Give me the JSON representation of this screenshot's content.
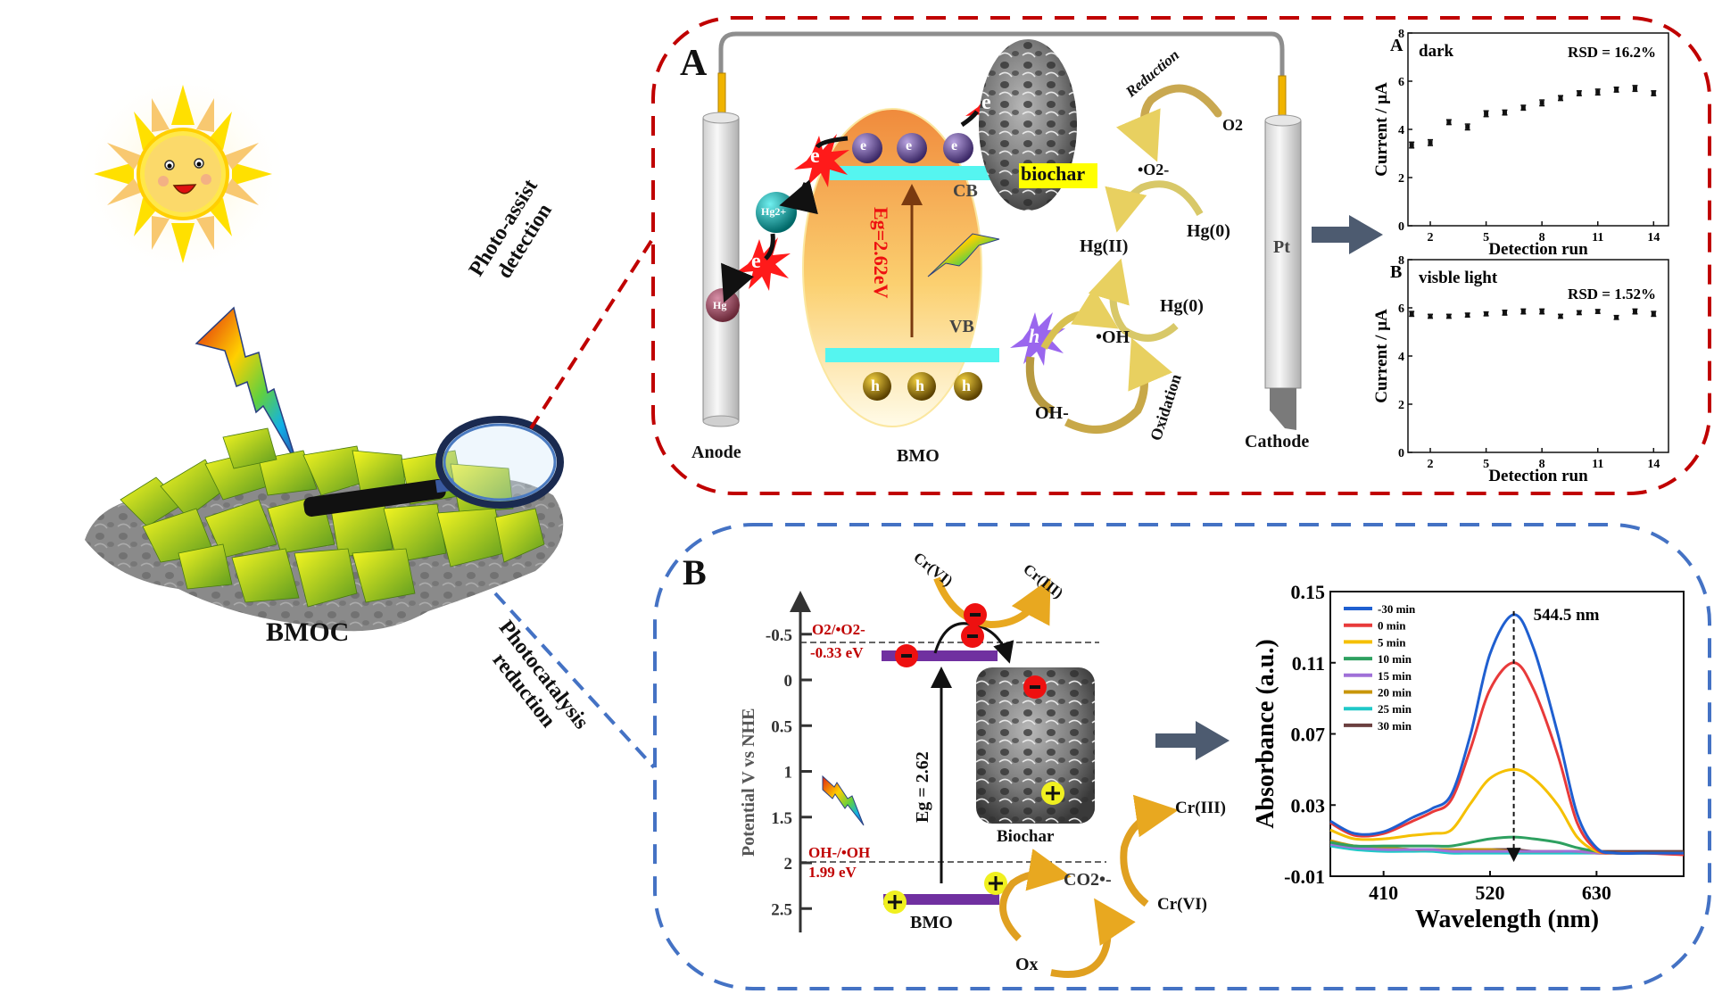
{
  "left": {
    "material_label": "BMOC",
    "branch_top_label_line1": "Photo-assist",
    "branch_top_label_line2": "detection",
    "branch_bottom_label_line1": "Photocatalysis",
    "branch_bottom_label_line2": "reduction"
  },
  "panel_a": {
    "label": "A",
    "anode_label": "Anode",
    "cathode_label": "Cathode",
    "cathode_electrode": "Pt",
    "semiconductor_label": "BMO",
    "cb_label": "CB",
    "vb_label": "VB",
    "bandgap_label": "Eg=2.62eV",
    "electron": "e",
    "hole": "h",
    "hg2_label": "Hg2+",
    "hg_label": "Hg",
    "biochar_label": "biochar",
    "reduction_label": "Reduction",
    "oxidation_label": "Oxidation",
    "o2": "O2",
    "superoxide": "•O2-",
    "hg_ii": "Hg(II)",
    "hg_0_top": "Hg(0)",
    "hg_0_mid": "Hg(0)",
    "oh_radical": "•OH",
    "oh_minus": "OH-",
    "colors": {
      "border": "#c00000",
      "band": "#55f5f0",
      "ellipse_top": "#f08a3c",
      "ellipse_bottom": "#fff6d8",
      "electron_ball": "#6a4f9a",
      "hole_ball": "#9a7a10",
      "star": "#ff1a1a",
      "hole_star": "#9a66ee",
      "arrow_cycle": "#d8b040"
    }
  },
  "panel_b": {
    "label": "B",
    "axis_label": "Potential V vs NHE",
    "o2_couple": "O2/•O2-",
    "o2_potential": "-0.33 eV",
    "oh_couple": "OH-/•OH",
    "oh_potential": "1.99 eV",
    "bandgap_label": "Eg = 2.62",
    "semiconductor_label": "BMO",
    "biochar_label": "Biochar",
    "cr6_top": "Cr(VI)",
    "cr3_top": "Cr(III)",
    "cr3_right": "Cr(III)",
    "cr6_right": "Cr(VI)",
    "co2_radical": "CO2•-",
    "ox": "Ox",
    "colors": {
      "border": "#4472c4",
      "band": "#7030a0",
      "electron": "#ee0000",
      "hole": "#f0f020",
      "potential_text": "#c00000",
      "cycle_arrow": "#e8a820"
    }
  },
  "chart_data": [
    {
      "type": "scatter",
      "panel": "A",
      "title": "dark",
      "annotation": "RSD = 16.2%",
      "xlabel": "Detection run",
      "ylabel": "Current / μA",
      "xlim": [
        0.8,
        14.8
      ],
      "ylim": [
        0,
        8
      ],
      "xticks": [
        2,
        5,
        8,
        11,
        14
      ],
      "yticks": [
        0,
        2,
        4,
        6,
        8
      ],
      "x": [
        1,
        2,
        3,
        4,
        5,
        6,
        7,
        8,
        9,
        10,
        11,
        12,
        13,
        14
      ],
      "y": [
        3.35,
        3.45,
        4.3,
        4.1,
        4.65,
        4.7,
        4.9,
        5.1,
        5.3,
        5.5,
        5.55,
        5.65,
        5.7,
        5.5
      ],
      "error": [
        0.12,
        0.12,
        0.1,
        0.12,
        0.12,
        0.1,
        0.1,
        0.12,
        0.1,
        0.1,
        0.12,
        0.1,
        0.12,
        0.1
      ]
    },
    {
      "type": "scatter",
      "panel": "B",
      "title": "visble light",
      "annotation": "RSD = 1.52%",
      "xlabel": "Detection run",
      "ylabel": "Current / μA",
      "xlim": [
        0.8,
        14.8
      ],
      "ylim": [
        0,
        8
      ],
      "xticks": [
        2,
        5,
        8,
        11,
        14
      ],
      "yticks": [
        0,
        2,
        4,
        6,
        8
      ],
      "x": [
        1,
        2,
        3,
        4,
        5,
        6,
        7,
        8,
        9,
        10,
        11,
        12,
        13,
        14
      ],
      "y": [
        5.75,
        5.65,
        5.65,
        5.7,
        5.75,
        5.8,
        5.85,
        5.85,
        5.65,
        5.8,
        5.85,
        5.6,
        5.85,
        5.75
      ],
      "error": [
        0.1,
        0.08,
        0.08,
        0.08,
        0.08,
        0.1,
        0.1,
        0.1,
        0.08,
        0.08,
        0.08,
        0.08,
        0.1,
        0.1
      ]
    },
    {
      "type": "line",
      "panel": "spectrum",
      "title": "",
      "annotation": "544.5 nm",
      "annotation_x": 544.5,
      "xlabel": "Wavelength (nm)",
      "ylabel": "Absorbance (a.u.)",
      "xlim": [
        355,
        720
      ],
      "ylim": [
        -0.01,
        0.15
      ],
      "xticks": [
        410,
        520,
        630
      ],
      "yticks": [
        -0.01,
        0.03,
        0.07,
        0.11,
        0.15
      ],
      "x": [
        355,
        380,
        410,
        440,
        460,
        480,
        500,
        520,
        544.5,
        565,
        590,
        610,
        630,
        650,
        680,
        720
      ],
      "series": [
        {
          "name": "-30 min",
          "color": "#1f5fd0",
          "values": [
            0.021,
            0.014,
            0.015,
            0.023,
            0.028,
            0.036,
            0.07,
            0.115,
            0.137,
            0.118,
            0.07,
            0.025,
            0.006,
            0.003,
            0.003,
            0.003
          ]
        },
        {
          "name": "0 min",
          "color": "#e83a3a",
          "values": [
            0.02,
            0.013,
            0.014,
            0.021,
            0.026,
            0.033,
            0.062,
            0.095,
            0.11,
            0.095,
            0.058,
            0.02,
            0.005,
            0.003,
            0.003,
            0.002
          ]
        },
        {
          "name": "5 min",
          "color": "#f5c000",
          "values": [
            0.016,
            0.011,
            0.011,
            0.013,
            0.014,
            0.016,
            0.031,
            0.045,
            0.05,
            0.045,
            0.03,
            0.012,
            0.004,
            0.003,
            0.003,
            0.003
          ]
        },
        {
          "name": "10 min",
          "color": "#2ea060",
          "values": [
            0.009,
            0.007,
            0.007,
            0.007,
            0.007,
            0.007,
            0.009,
            0.011,
            0.012,
            0.011,
            0.009,
            0.006,
            0.004,
            0.003,
            0.003,
            0.003
          ]
        },
        {
          "name": "15 min",
          "color": "#a070d8",
          "values": [
            0.008,
            0.006,
            0.005,
            0.005,
            0.005,
            0.004,
            0.004,
            0.004,
            0.004,
            0.004,
            0.004,
            0.004,
            0.003,
            0.003,
            0.003,
            0.003
          ]
        },
        {
          "name": "20 min",
          "color": "#c8960a",
          "values": [
            0.01,
            0.007,
            0.006,
            0.005,
            0.005,
            0.005,
            0.005,
            0.005,
            0.004,
            0.004,
            0.004,
            0.004,
            0.003,
            0.003,
            0.003,
            0.003
          ]
        },
        {
          "name": "25 min",
          "color": "#20c8c8",
          "values": [
            0.007,
            0.005,
            0.004,
            0.004,
            0.004,
            0.003,
            0.003,
            0.003,
            0.003,
            0.003,
            0.003,
            0.003,
            0.003,
            0.003,
            0.003,
            0.003
          ]
        },
        {
          "name": "30 min",
          "color": "#6b4040",
          "values": [
            0.009,
            0.007,
            0.006,
            0.005,
            0.005,
            0.005,
            0.005,
            0.005,
            0.005,
            0.004,
            0.004,
            0.004,
            0.004,
            0.004,
            0.004,
            0.004
          ]
        }
      ]
    }
  ]
}
